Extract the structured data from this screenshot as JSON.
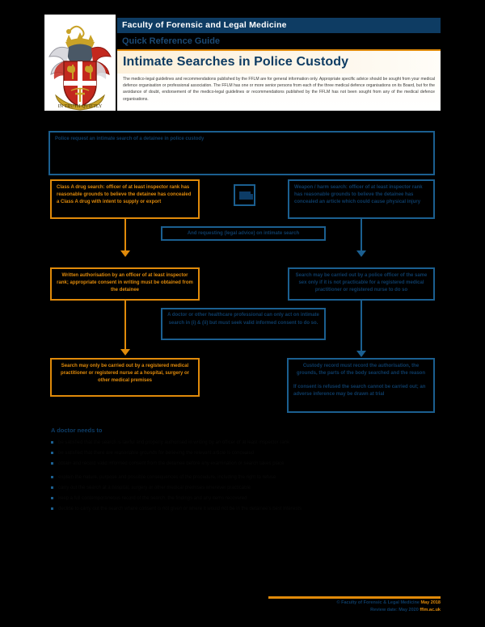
{
  "header": {
    "org": "Faculty of Forensic and Legal Medicine",
    "series": "Quick Reference Guide",
    "title": "Intimate Searches in Police Custody",
    "disclaimer": "The medico-legal guidelines and recommendations published by the FFLM are for general information only. Appropriate specific advice should be sought from your medical defence organisation or professional association. The FFLM has one or more senior persons from each of the three medical defence organisations on its Board, but for the avoidance of doubt, endorsement of the medico-legal guidelines or recommendations published by the FFLM has not been sought from any of the medical defence organisations.",
    "crest_alt": "coat-of-arms"
  },
  "flow": {
    "top_box": "Police request an intimate search of a detainee in police custody",
    "left_1": "Class A drug search: officer of at least inspector rank has reasonable grounds to believe the detainee has concealed a Class A drug with intent to supply or export",
    "right_1": "Weapon / harm search: officer of at least inspector rank has reasonable grounds to believe the detainee has concealed an article which could cause physical injury",
    "mid_note_1": "And requesting (legal advice) on intimate search",
    "left_2": "Written authorisation by an officer of at least inspector rank; appropriate consent in writing must be obtained from the detainee",
    "right_2": "Search may be carried out by a police officer of the same sex only if it is not practicable for a registered medical practitioner or registered nurse to do so",
    "mid_note_2": "A doctor or other healthcare professional can only act on intimate search in (i) & (ii) but must seek valid informed consent to do so.",
    "left_3": "Search may only be carried out by a registered medical practitioner or registered nurse at a hospital, surgery or other medical premises",
    "right_3_a": "Custody record must record the authorisation, the grounds, the parts of the body searched and the reason",
    "right_3_b": "If consent is refused the search cannot be carried out; an adverse inference may be drawn at trial"
  },
  "list": {
    "heading": "A doctor needs to",
    "items": [
      "be satisfied that the search is lawful and properly authorised in writing by an officer of at least inspector rank",
      "be satisfied that there are reasonable grounds for believing the relevant article is concealed",
      "obtain and record valid informed consent from the detainee before any examination or search takes place",
      "explain the nature, purpose and possible consequences of the procedure, including the right to refuse",
      "carry out the search at a hospital, surgery or other medical premises wherever practicable",
      "keep a full contemporaneous record of the search, the findings and any items recovered",
      "decline to carry out the search where consent is not given or where it would not be in the detainee's best interests"
    ]
  },
  "footer": {
    "line1_blue": "© Faculty of Forensic & Legal Medicine",
    "line1_orange": "May 2018",
    "line2_blue": "Review date: May 2020",
    "line2_orange": "fflm.ac.uk"
  },
  "colors": {
    "brand_blue": "#0d3c66",
    "rule_blue": "#1b5f90",
    "accent_orange": "#e08a0a",
    "cream": "#fdf0d9"
  }
}
